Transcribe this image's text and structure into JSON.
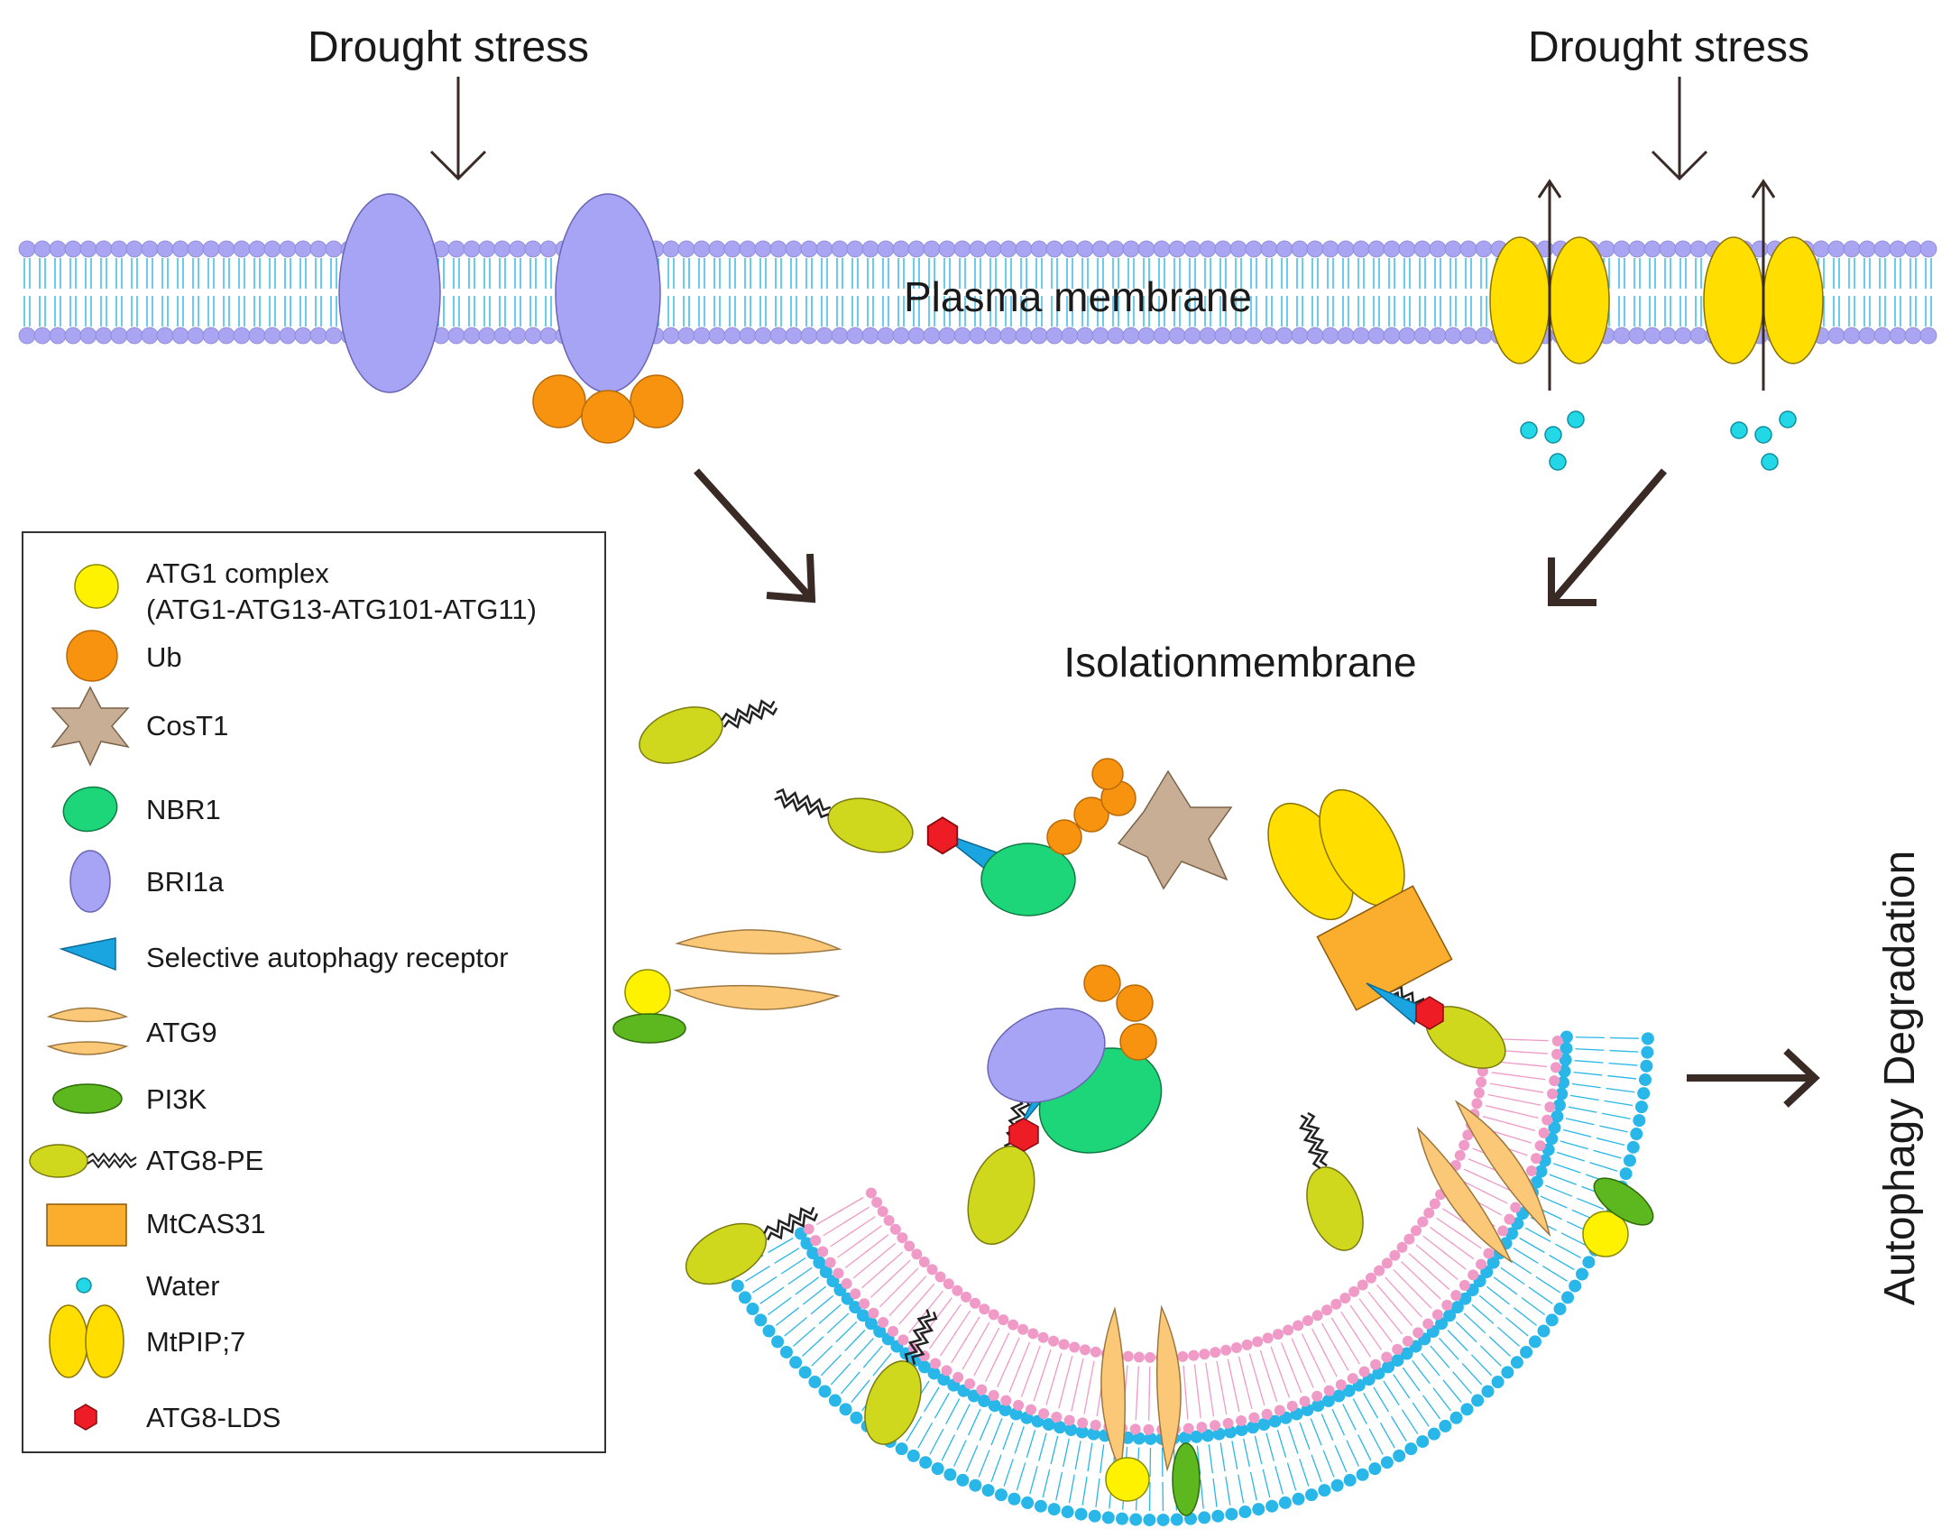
{
  "labels": {
    "drought_left": "Drought stress",
    "drought_right": "Drought stress",
    "plasma_membrane": "Plasma membrane",
    "isolation_membrane": "Isolationmembrane",
    "autophagy_degradation": "Autophagy Degradation"
  },
  "legend": {
    "items": [
      {
        "icon": "atg1-complex-icon",
        "label": "ATG1  complex",
        "sublabel": "(ATG1-ATG13-ATG101-ATG11)"
      },
      {
        "icon": "ub-icon",
        "label": "Ub"
      },
      {
        "icon": "cost1-icon",
        "label": "CosT1"
      },
      {
        "icon": "nbr1-icon",
        "label": "NBR1"
      },
      {
        "icon": "bri1a-icon",
        "label": "BRI1a"
      },
      {
        "icon": "selective-autophagy-receptor-icon",
        "label": "Selective autophagy receptor"
      },
      {
        "icon": "atg9-icon",
        "label": "ATG9"
      },
      {
        "icon": "pi3k-icon",
        "label": "PI3K"
      },
      {
        "icon": "atg8-pe-icon",
        "label": "ATG8-PE"
      },
      {
        "icon": "mtcas31-icon",
        "label": "MtCAS31"
      },
      {
        "icon": "water-icon",
        "label": "Water"
      },
      {
        "icon": "mtpip7-icon",
        "label": "MtPIP;7"
      },
      {
        "icon": "atg8-lds-icon",
        "label": "ATG8-LDS"
      }
    ]
  },
  "colors": {
    "membrane_blue": "#29b6e8",
    "membrane_pink": "#f09ac8",
    "bri1a": "#a8a4f5",
    "ub": "#f7930e",
    "nbr1": "#1ed67a",
    "atg1": "#fff200",
    "atg8": "#cfd81c",
    "atg9": "#fbc878",
    "pi3k": "#5cb81e",
    "mtcas31": "#fbae2d",
    "water": "#22d8e6",
    "mtpip7": "#ffde00",
    "lds": "#ee1c24",
    "receptor": "#1aa4e0",
    "cost1": "#c9ae96",
    "arrow": "#3a2a26"
  }
}
